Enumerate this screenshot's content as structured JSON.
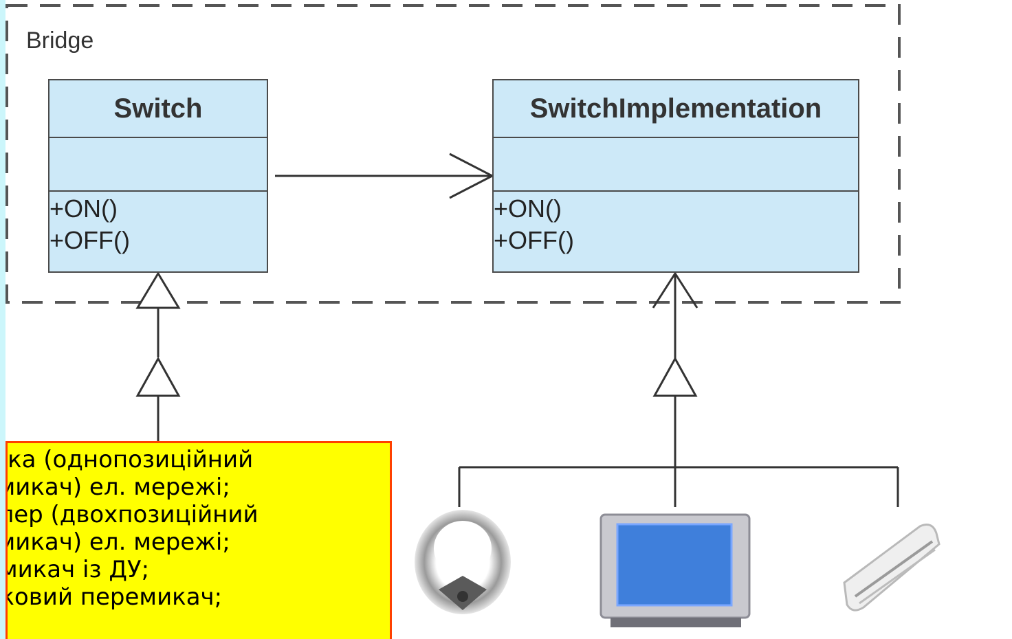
{
  "package": {
    "label": "Bridge"
  },
  "classes": {
    "switch": {
      "name": "Switch",
      "operations": [
        "+ON()",
        "+OFF()"
      ]
    },
    "implementation": {
      "name": "SwitchImplementation",
      "operations": [
        "+ON()",
        "+OFF()"
      ]
    }
  },
  "note": {
    "lines": [
      "Розетка (однопозиційний",
      "перемикач) ел. мережі;",
      "Тумблер (двохпозиційний",
      "перемикач) ел. мережі;",
      "Перемикач із ДУ;",
      "Кнопковий перемикач;"
    ]
  },
  "devices": [
    "lamp-icon",
    "tv-icon",
    "air-conditioner-icon"
  ],
  "colors": {
    "class_fill": "#cde9f8",
    "note_fill": "#ffff00",
    "note_border": "#ff4000",
    "background": "#ccf6fb"
  }
}
